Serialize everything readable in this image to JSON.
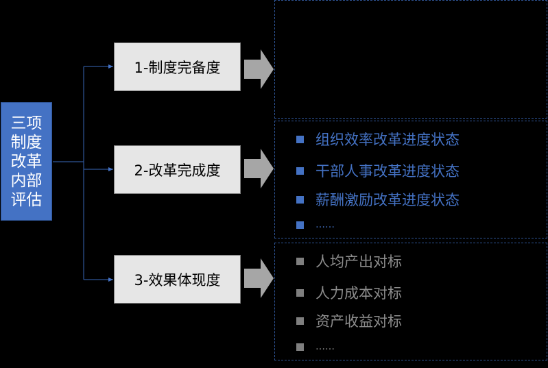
{
  "root": {
    "label": "三项制度改革内部评估"
  },
  "stages": [
    {
      "label": "1-制度完备度"
    },
    {
      "label": "2-改革完成度"
    },
    {
      "label": "3-效果体现度"
    }
  ],
  "panel2": {
    "items": [
      "组织效率改革进度状态",
      "干部人事改革进度状态",
      "薪酬激励改革进度状态",
      "……"
    ]
  },
  "panel3": {
    "items": [
      "人均产出对标",
      "人力成本对标",
      "资产收益对标",
      "……"
    ]
  },
  "colors": {
    "root_fill": "#4472c4",
    "stage_fill": "#e6e6e6",
    "blue_text": "#4472c4",
    "gray_text": "#8c8c8c",
    "arrow_fill": "#a6a6a6",
    "connector": "#2f5597"
  }
}
